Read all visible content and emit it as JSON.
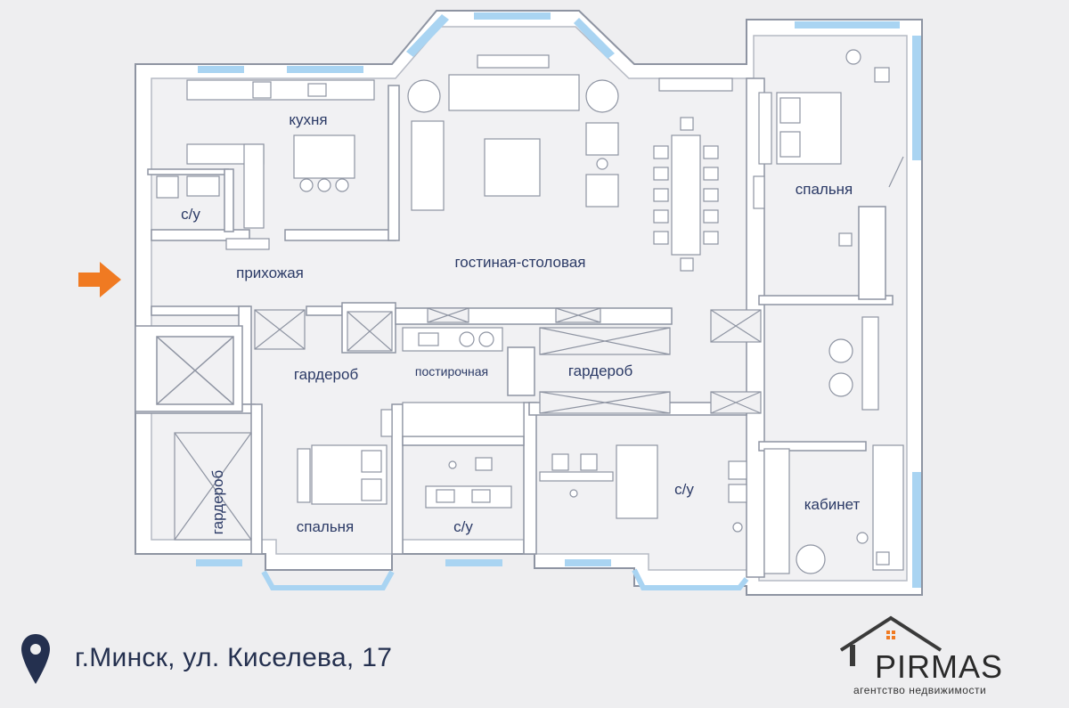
{
  "rooms": {
    "kitchen": "кухня",
    "wc_left": "с/у",
    "hallway": "прихожая",
    "living_dining": "гостиная-столовая",
    "bedroom_right": "спальня",
    "wardrobe_left": "гардероб",
    "laundry": "постирочная",
    "wardrobe_center": "гардероб",
    "wardrobe_vertical": "гардероб",
    "bedroom_bottom": "спальня",
    "wc_bottom_center": "с/у",
    "wc_bottom_right": "с/у",
    "study": "кабинет"
  },
  "address": "г.Минск, ул. Киселева, 17",
  "logo": {
    "name": "PIRMAS",
    "tagline": "агентство недвижимости"
  },
  "colors": {
    "background": "#eeeef0",
    "wall": "#ffffff",
    "line": "#9aa0ad",
    "window": "#a9d4f2",
    "label": "#2b3a66",
    "entrance_arrow": "#f07a22",
    "logo_accent": "#f07a22"
  },
  "icons": {
    "entrance": "entrance-arrow-icon",
    "location": "location-pin-icon",
    "logo": "house-roof-icon"
  }
}
